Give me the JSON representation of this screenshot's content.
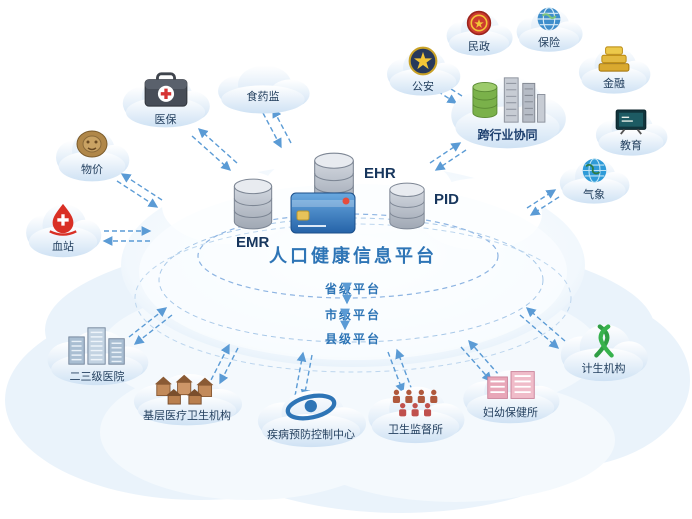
{
  "platform": {
    "title": "人口健康信息平台",
    "emr": "EMR",
    "ehr": "EHR",
    "pid": "PID",
    "levels": [
      "省级平台",
      "市级平台",
      "县级平台"
    ]
  },
  "nodes": [
    {
      "label": "医保"
    },
    {
      "label": "食药监"
    },
    {
      "label": "物价"
    },
    {
      "label": "血站"
    },
    {
      "label": "公安"
    },
    {
      "label": "民政"
    },
    {
      "label": "保险"
    },
    {
      "label": "金融"
    },
    {
      "label": "教育"
    },
    {
      "label": "气象"
    },
    {
      "label": "跨行业协同"
    },
    {
      "label": "计生机构"
    },
    {
      "label": "二三级医院"
    },
    {
      "label": "基层医疗卫生机构"
    },
    {
      "label": "疾病预防控制中心"
    },
    {
      "label": "卫生监督所"
    },
    {
      "label": "妇幼保健所"
    }
  ],
  "colors": {
    "accent": "#2e75b6",
    "arrow": "#5b9bd5",
    "label": "#24405f",
    "cloud_shade": "#cfe2f4"
  }
}
